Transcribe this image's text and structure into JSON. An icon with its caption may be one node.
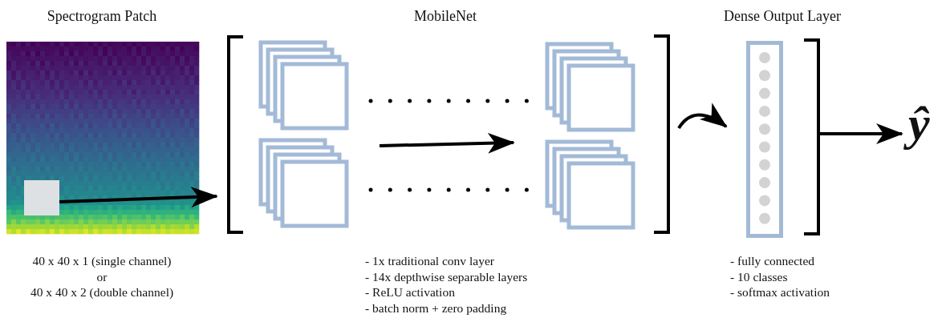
{
  "diagram": {
    "nodes": [
      {
        "text": [
          "Spectrogram Patch"
        ],
        "beside": [
          "40 x 40 x 1 (single channel)",
          "or",
          "40 x 40 x 2 (double channel)"
        ]
      },
      {
        "text": [],
        "shape": "box",
        "in": 0
      },
      {
        "text": [
          "MobileNet"
        ],
        "beside": [
          "- 1x traditional conv layer",
          "- 14x depthwise separable layers",
          "- ReLU activation",
          "- batch norm + zero padding"
        ]
      },
      {
        "text": [],
        "shape": "box",
        "in": 2
      },
      {
        "text": [],
        "shape": "box",
        "in": 2
      },
      {
        "text": [],
        "shape": "box",
        "in": 2
      },
      {
        "text": [],
        "shape": "box",
        "in": 2
      },
      {
        "text": [
          "Dense Output Layer"
        ],
        "beside": [
          "- fully connected",
          "- 10 classes",
          "- softmax activation"
        ]
      },
      {
        "text": [],
        "shape": "bar",
        "in": 7
      },
      {
        "text": [
          "ŷ"
        ]
      }
    ],
    "edges": [
      {
        "from": 1,
        "to": 2,
        "arrow": "to"
      },
      {
        "from": 2,
        "to": 7,
        "arrow": "to"
      },
      {
        "from": 7,
        "to": 9,
        "arrow": "to"
      }
    ]
  }
}
